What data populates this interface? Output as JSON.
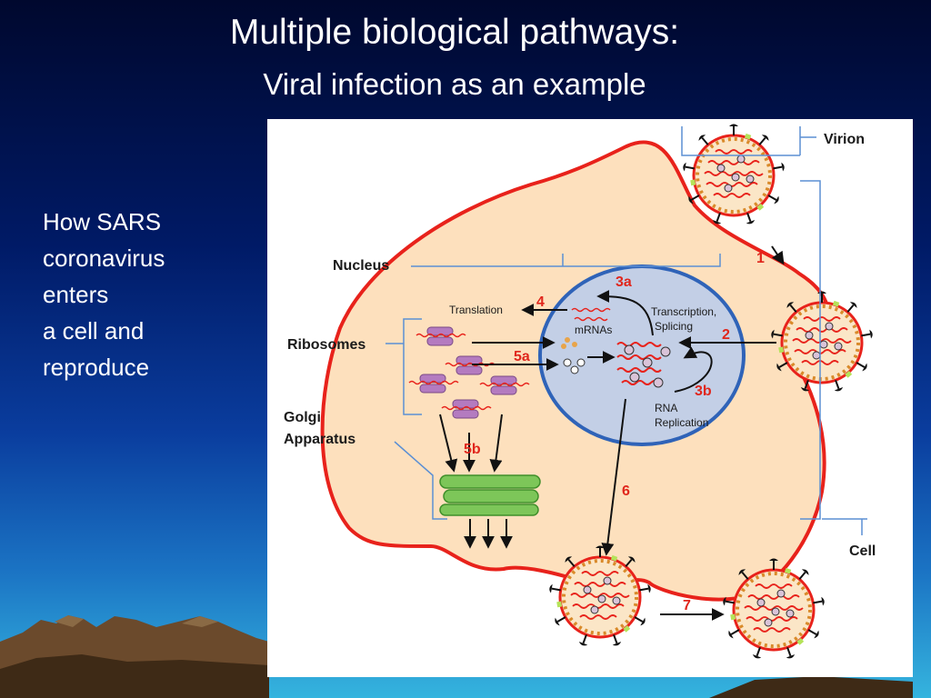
{
  "slide": {
    "title": "Multiple biological pathways:",
    "subtitle": "Viral infection as an example",
    "side_lines": [
      "How SARS",
      "coronavirus",
      "enters",
      "a cell and",
      "reproduce"
    ]
  },
  "diagram": {
    "labels": {
      "virion": "Virion",
      "nucleus": "Nucleus",
      "ribosomes": "Ribosomes",
      "golgi_1": "Golgi",
      "golgi_2": "Apparatus",
      "cell": "Cell",
      "translation": "Translation",
      "mrnas": "mRNAs",
      "transcription_1": "Transcription,",
      "transcription_2": "Splicing",
      "rna_1": "RNA",
      "rna_2": "Replication"
    },
    "steps": {
      "s1": "1",
      "s2": "2",
      "s3a": "3a",
      "s3b": "3b",
      "s4": "4",
      "s5a": "5a",
      "s5b": "5b",
      "s6": "6",
      "s7": "7"
    },
    "colors": {
      "membrane": "#e8221b",
      "cytoplasm": "#fde0bd",
      "nucleus_fill": "#c3cfe6",
      "nucleus_border": "#2f63b8",
      "ribosome": "#b47bc0",
      "golgi": "#7dc659",
      "bracket": "#5b8fd4",
      "step_number": "#e0261c"
    }
  }
}
